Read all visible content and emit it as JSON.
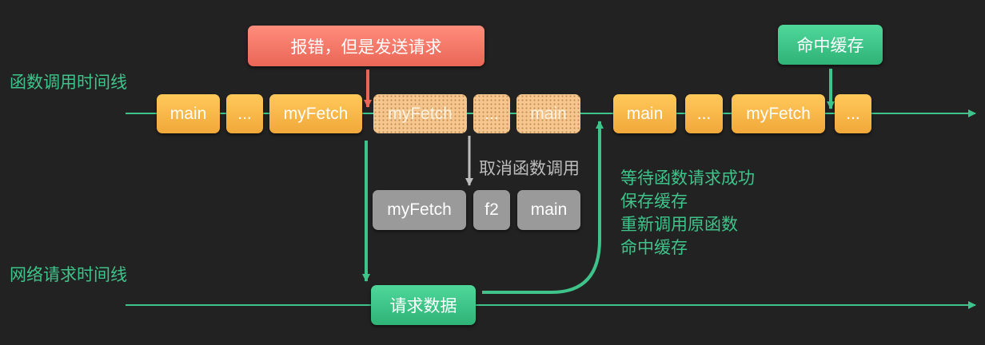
{
  "timelines": {
    "function_label": "函数调用时间线",
    "network_label": "网络请求时间线"
  },
  "callouts": {
    "error_send": "报错，但是发送请求",
    "cache_hit": "命中缓存",
    "request_data": "请求数据",
    "cancel_call": "取消函数调用"
  },
  "first_pass": [
    "main",
    "...",
    "myFetch"
  ],
  "cancelled_calls": [
    "myFetch",
    "...",
    "main"
  ],
  "stack": [
    "myFetch",
    "f2",
    "main"
  ],
  "second_pass": [
    "main",
    "...",
    "myFetch",
    "..."
  ],
  "note_lines": [
    "等待函数请求成功",
    "保存缓存",
    "重新调用原函数",
    "命中缓存"
  ],
  "colors": {
    "timeline": "#3ec48a",
    "box_orange": "#f5b244",
    "box_cancelled": "#f5c78e",
    "box_gray": "#9a9a9a",
    "error_red": "#ea6656",
    "cache_green": "#3cc285"
  }
}
